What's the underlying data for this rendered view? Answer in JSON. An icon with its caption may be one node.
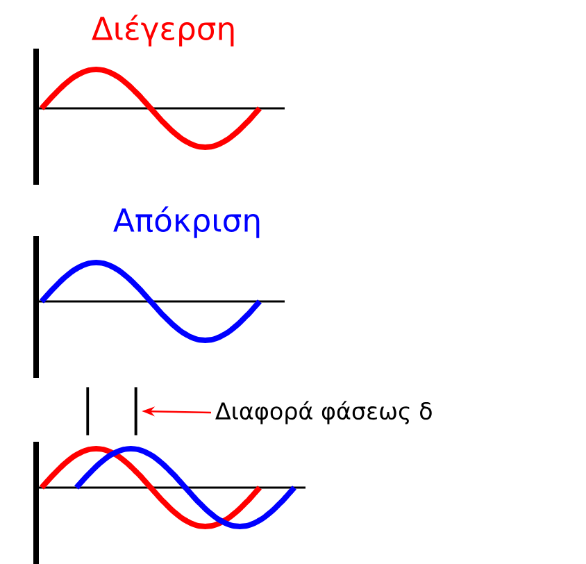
{
  "diagram": {
    "nodes": [
      {
        "text": [
          "Διαφορά φάσεως δ"
        ]
      },
      {
        "text": [],
        "shape": "bar"
      }
    ],
    "edges": [
      {
        "from": 0,
        "to": 1,
        "arrow": "to",
        "color": "#ff0000"
      }
    ],
    "labels": [
      "Διέγερση",
      "Απόκριση"
    ]
  }
}
